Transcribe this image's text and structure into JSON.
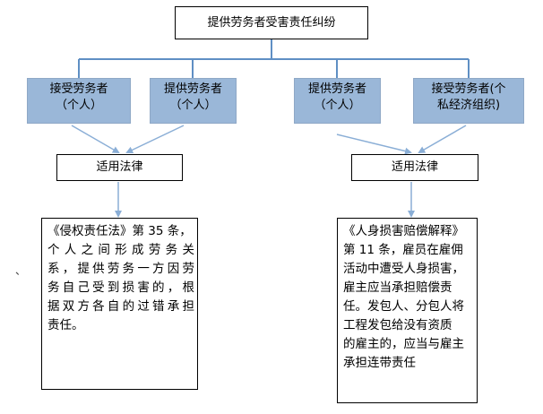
{
  "title": "提供劳务者受害责任纠纷",
  "parties": [
    {
      "line1": "接受劳务者",
      "line2": "（个人）"
    },
    {
      "line1": "提供劳务者",
      "line2": "（个人）"
    },
    {
      "line1": "提供劳务者",
      "line2": "（个人）"
    },
    {
      "line1": "接受劳务者(个",
      "line2": "私经济组织)"
    }
  ],
  "law_label_left": "适用法律",
  "law_label_right": "适用法律",
  "left_text_lines": [
    "《侵权责任法》第 35 条，",
    "个人之间形成劳务关",
    "系，提供劳务一方因劳",
    "务自己受到损害的，根",
    "据双方各自的过错承担",
    "责任。"
  ],
  "right_text_lines": [
    "《人身损害赔偿解释》",
    "第 11 条，雇员在雇佣",
    "活动中遭受人身损害，",
    "雇主应当承担赔偿责",
    "任。发包人、分包人将",
    "工程发包给没有资质",
    "的雇主的，应当与雇主",
    "承担连带责任"
  ],
  "stray_mark": "、",
  "colors": {
    "party_fill": "#9ab7d8",
    "connector": "#5f8fc4",
    "arrow": "#8aaed6"
  }
}
